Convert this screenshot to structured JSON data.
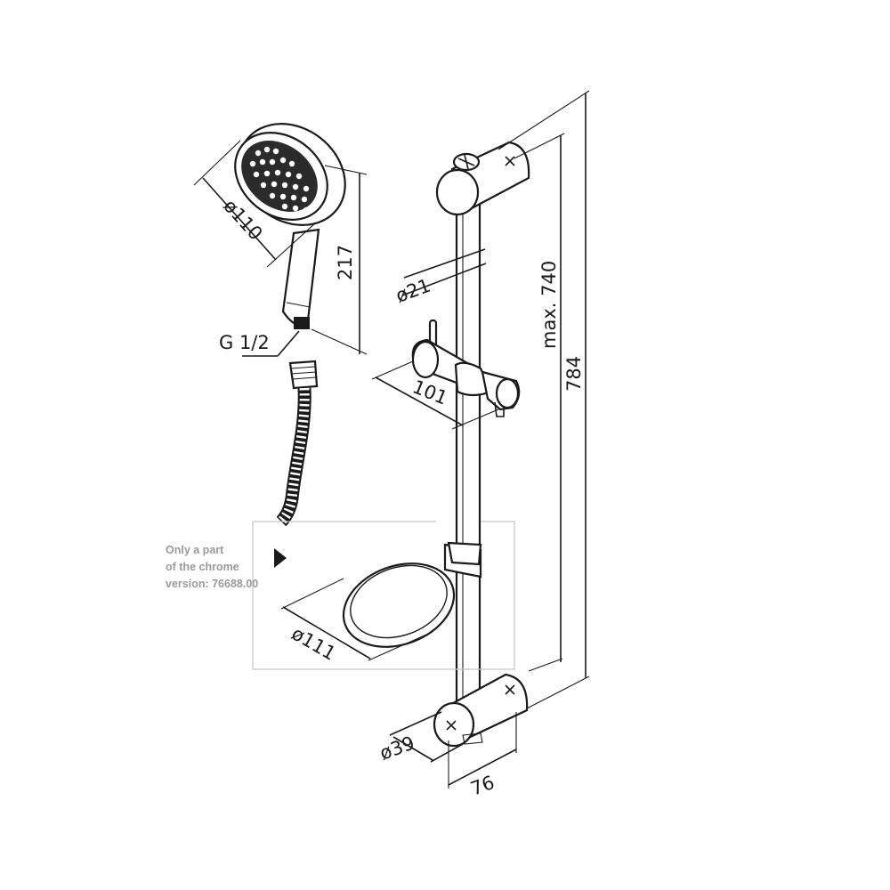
{
  "dimensions": {
    "head_diameter": "ø110",
    "handshower_length": "217",
    "connection_thread": "G 1/2",
    "rail_diameter": "ø21",
    "slider_width": "101",
    "max_adjust": "max. 740",
    "total_height": "784",
    "soap_dish_diameter": "ø111",
    "bracket_diameter": "ø39",
    "wall_offset": "76"
  },
  "note": {
    "line1": "Only a part",
    "line2": "of the chrome",
    "line3": "version: 76688.00"
  },
  "colors": {
    "line": "#1a1a1a",
    "note_text": "#9a9a9a",
    "note_frame": "#c4c4c4"
  }
}
